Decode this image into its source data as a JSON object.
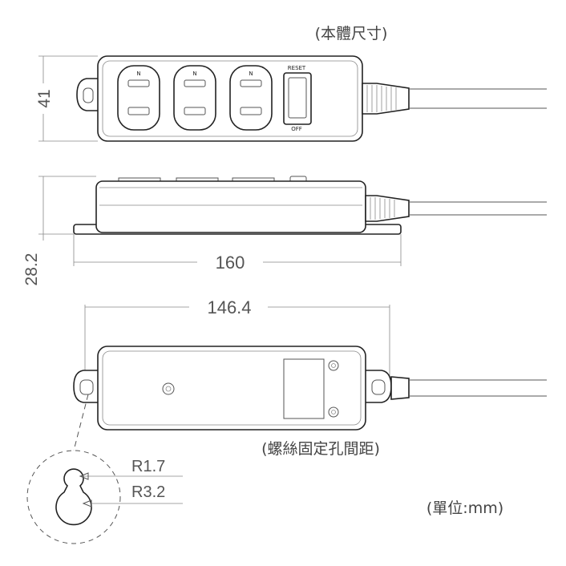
{
  "labels": {
    "body_size": "(本體尺寸)",
    "screw_spacing": "(螺絲固定孔間距)",
    "units": "(單位:mm)"
  },
  "dimensions": {
    "height": "41",
    "depth": "28.2",
    "length": "160",
    "hole_spacing": "146.4",
    "radius_small": "R1.7",
    "radius_large": "R3.2"
  },
  "switch": {
    "reset": "RESET",
    "off": "OFF"
  },
  "outlet_mark": "N",
  "outlet_count": 3
}
